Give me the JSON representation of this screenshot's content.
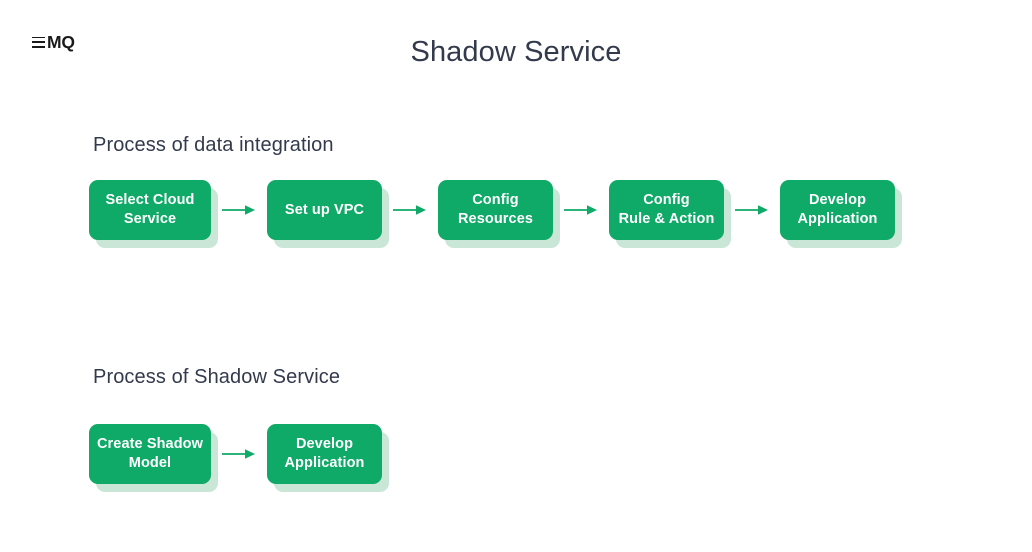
{
  "brand": {
    "logo_text": "MQ",
    "logo_mark": "three-bars-e"
  },
  "title": "Shadow Service",
  "colors": {
    "background": "#ffffff",
    "node_fill": "#0fa968",
    "node_shadow": "#c9e6d7",
    "arrow": "#0fa968",
    "text_dark": "#333a4c",
    "node_text": "#ffffff"
  },
  "sections": [
    {
      "id": "data-integration",
      "heading": "Process of data integration",
      "steps": [
        {
          "label": "Select Cloud\nService",
          "width": 122,
          "height": 60
        },
        {
          "label": "Set up VPC",
          "width": 115,
          "height": 60
        },
        {
          "label": "Config\nResources",
          "width": 115,
          "height": 60
        },
        {
          "label": "Config\nRule &  Action",
          "width": 115,
          "height": 60
        },
        {
          "label": "Develop\nApplication",
          "width": 115,
          "height": 60
        }
      ],
      "connector": "arrow-right"
    },
    {
      "id": "shadow-service",
      "heading": "Process of Shadow Service",
      "steps": [
        {
          "label": "Create Shadow\nModel",
          "width": 122,
          "height": 60
        },
        {
          "label": "Develop\nApplication",
          "width": 115,
          "height": 60
        }
      ],
      "connector": "arrow-right"
    }
  ]
}
